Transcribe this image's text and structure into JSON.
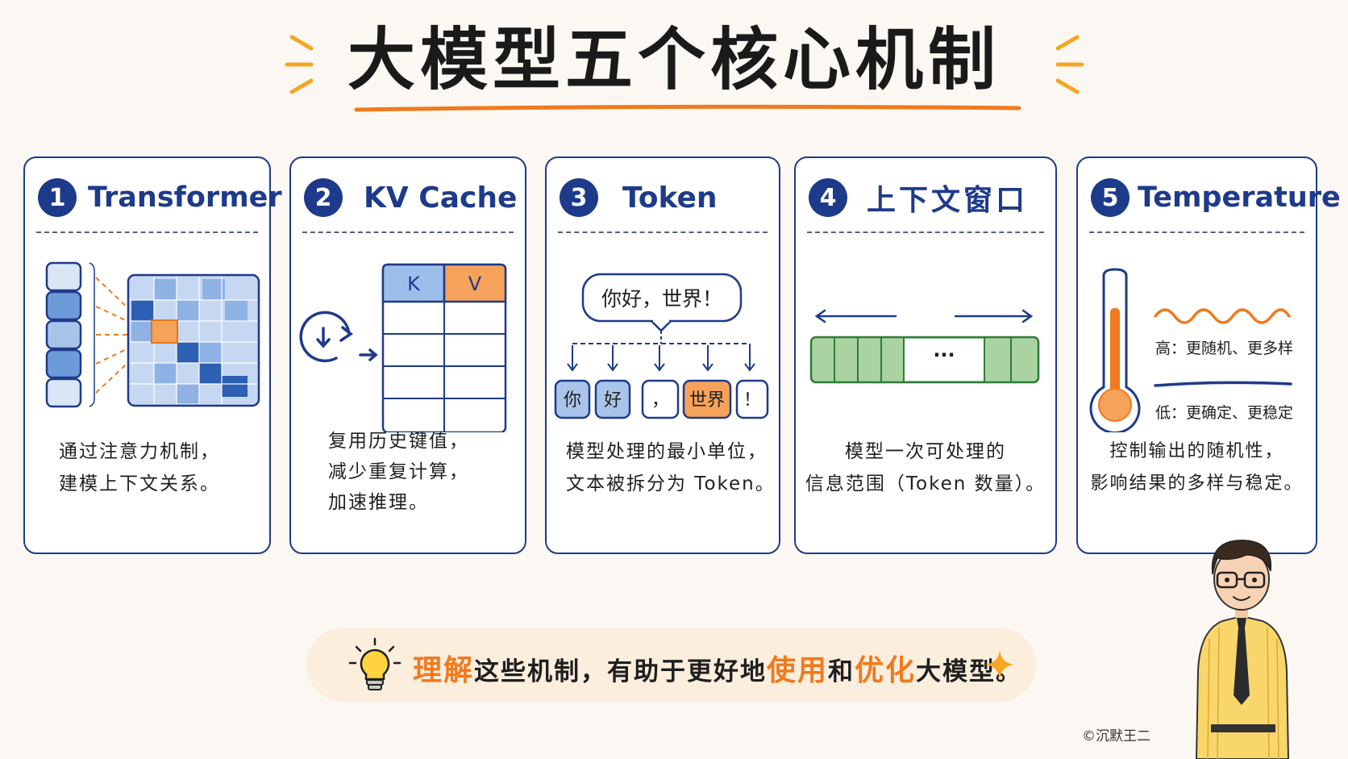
{
  "title": "大模型五个核心机制",
  "cards": [
    {
      "num": "1",
      "title": "Transformer",
      "desc": [
        "通过注意力机制，",
        "建模上下文关系。"
      ]
    },
    {
      "num": "2",
      "title": "KV Cache",
      "desc": [
        "复用历史键值，",
        "减少重复计算，",
        "加速推理。"
      ],
      "k": "K",
      "v": "V"
    },
    {
      "num": "3",
      "title": "Token",
      "desc": [
        "模型处理的最小单位，",
        "文本被拆分为 Token。"
      ],
      "bubble": "你好，世界！",
      "tokens": [
        "你",
        "好",
        "，",
        "世界",
        "！"
      ]
    },
    {
      "num": "4",
      "title": "上下文窗口",
      "desc": [
        "模型一次可处理的",
        "信息范围（Token 数量）。"
      ],
      "ellipsis": "···"
    },
    {
      "num": "5",
      "title": "Temperature",
      "desc": [
        "控制输出的随机性，",
        "影响结果的多样与稳定。"
      ],
      "high": "高：更随机、更多样",
      "low": "低：更确定、更稳定"
    }
  ],
  "banner": {
    "parts": [
      {
        "text": "理解",
        "hl": true
      },
      {
        "text": "这些机制，有助于更好地",
        "hl": false
      },
      {
        "text": "使用",
        "hl": true
      },
      {
        "text": "和",
        "hl": false
      },
      {
        "text": "优化",
        "hl": true
      },
      {
        "text": "大模型。",
        "hl": false
      }
    ]
  },
  "credit": "©沉默王二",
  "colors": {
    "navy": "#1e3a8a",
    "orange": "#f07a1e",
    "blue": "#5b8fd6",
    "green": "#a9d3a0",
    "cream": "#fbeedd"
  }
}
